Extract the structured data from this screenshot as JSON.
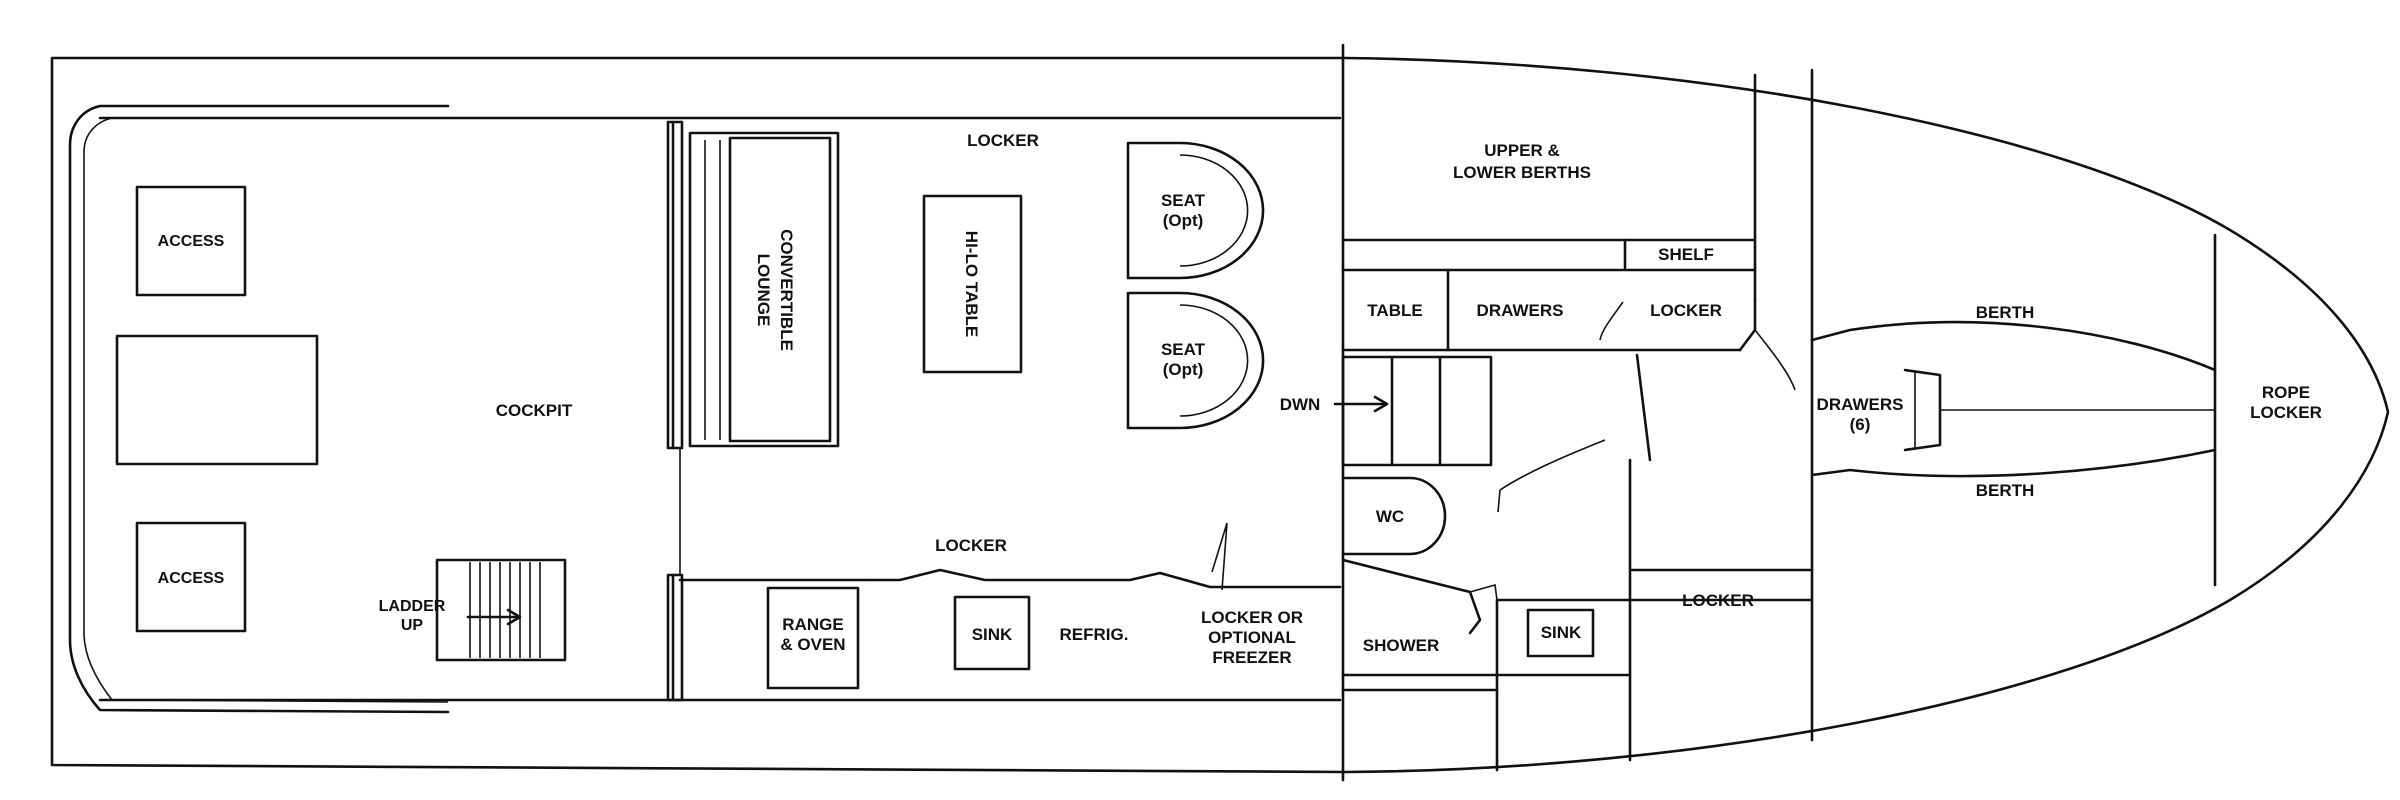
{
  "labels": {
    "access_upper": "ACCESS",
    "access_lower": "ACCESS",
    "cockpit": "COCKPIT",
    "ladder_1": "LADDER",
    "ladder_2": "UP",
    "convertible_1": "CONVERTIBLE",
    "convertible_2": "LOUNGE",
    "hilo_table": "HI-LO TABLE",
    "locker_top": "LOCKER",
    "seat_1": "SEAT",
    "seat_1_opt": "(Opt)",
    "seat_2": "SEAT",
    "seat_2_opt": "(Opt)",
    "dwn": "DWN",
    "galley_locker": "LOCKER",
    "range_1": "RANGE",
    "range_2": "& OVEN",
    "sink_galley": "SINK",
    "refrig": "REFRIG.",
    "freezer_1": "LOCKER OR",
    "freezer_2": "OPTIONAL",
    "freezer_3": "FREEZER",
    "upper_berths_1": "UPPER &",
    "upper_berths_2": "LOWER BERTHS",
    "shelf": "SHELF",
    "table": "TABLE",
    "drawers_mid": "DRAWERS",
    "locker_mid": "LOCKER",
    "wc": "WC",
    "shower": "SHOWER",
    "sink_head": "SINK",
    "locker_lower": "LOCKER",
    "drawers_fwd_1": "DRAWERS",
    "drawers_fwd_2": "(6)",
    "berth_upper": "BERTH",
    "berth_lower": "BERTH",
    "rope_1": "ROPE",
    "rope_2": "LOCKER"
  }
}
